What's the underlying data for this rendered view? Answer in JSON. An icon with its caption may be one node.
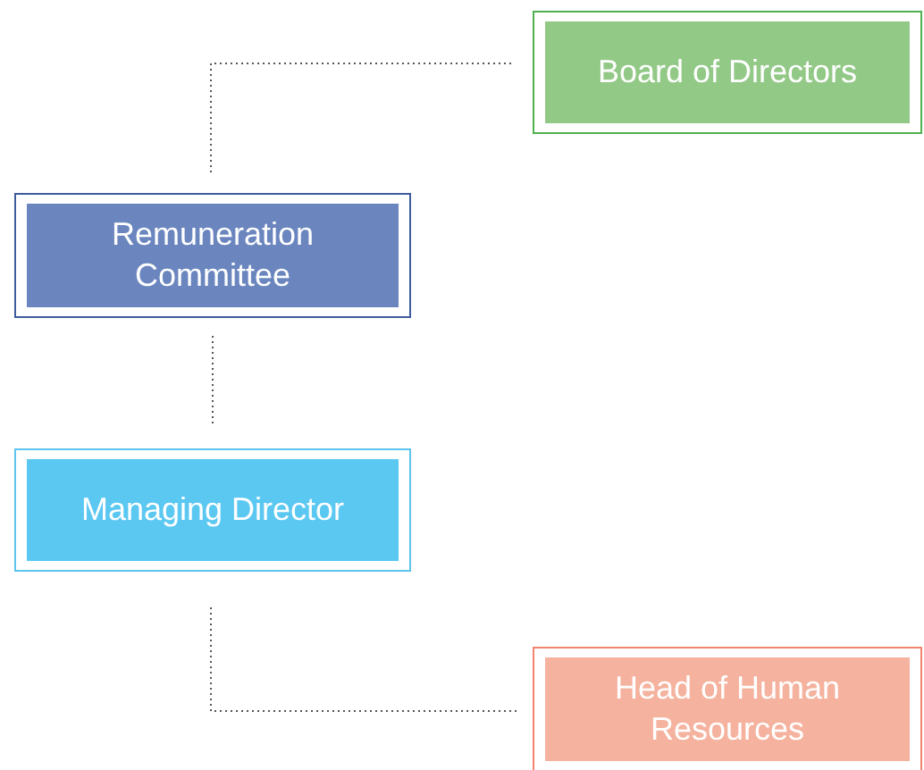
{
  "diagram": {
    "nodes": [
      {
        "text": [
          "Board of Directors"
        ]
      },
      {
        "text": [
          "Remuneration Committee"
        ]
      },
      {
        "text": [
          "Managing Director"
        ]
      },
      {
        "text": [
          "Head of Human Resources"
        ]
      }
    ],
    "edges": [
      {
        "from": 0,
        "to": 1,
        "arrow": "none"
      },
      {
        "from": 1,
        "to": 2,
        "arrow": "none"
      },
      {
        "from": 2,
        "to": 3,
        "arrow": "none"
      }
    ]
  }
}
